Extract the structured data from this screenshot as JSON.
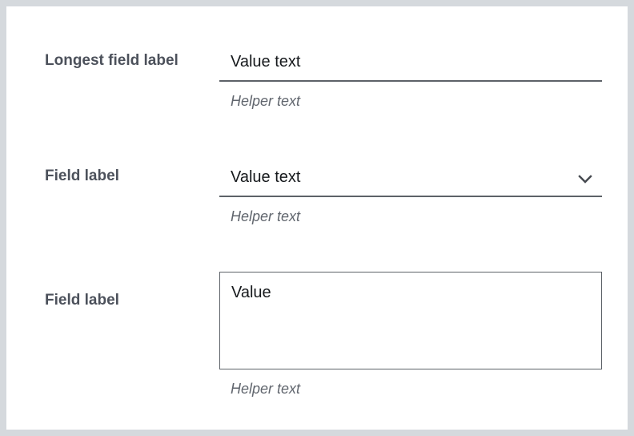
{
  "form": {
    "fields": [
      {
        "id": "text-field",
        "type": "text-input",
        "label": "Longest field label",
        "value": "Value text",
        "placeholder": "",
        "helper": "Helper text"
      },
      {
        "id": "select-field",
        "type": "select",
        "label": "Field label",
        "value": "Value text",
        "placeholder": "",
        "helper": "Helper text",
        "icon": "chevron-down-icon"
      },
      {
        "id": "textarea-field",
        "type": "textarea",
        "label": "Field label",
        "value": "Value",
        "placeholder": "",
        "helper": "Helper text"
      }
    ]
  },
  "colors": {
    "page_background": "#d5d9dd",
    "card_background": "#ffffff",
    "label_text": "#4c515b",
    "value_text": "#16191c",
    "helper_text": "#61666e",
    "field_border": "#5d6268"
  }
}
